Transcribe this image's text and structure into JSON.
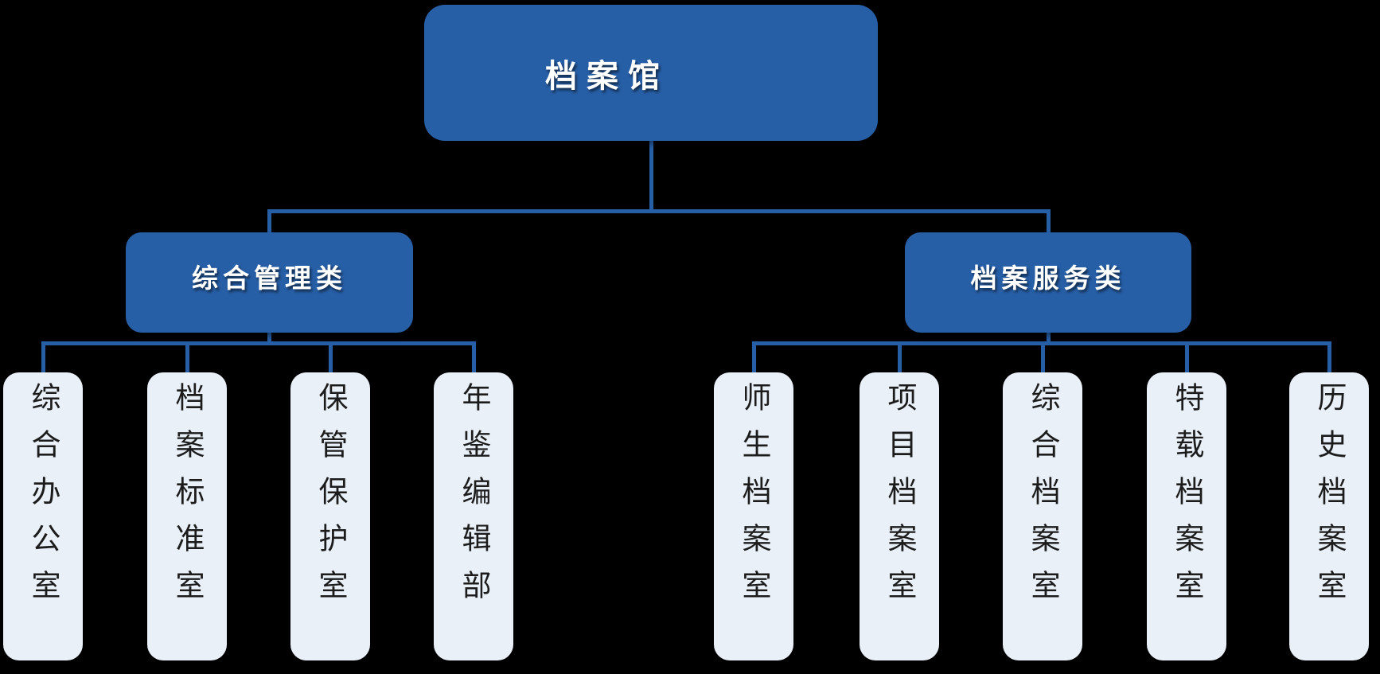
{
  "chart": {
    "type": "org-chart",
    "root": {
      "label": "档案馆"
    },
    "branches": [
      {
        "label": "综合管理类",
        "children": [
          "综合办公室",
          "档案标准室",
          "保管保护室",
          "年鉴编辑部"
        ]
      },
      {
        "label": "档案服务类",
        "children": [
          "师生档案室",
          "项目档案室",
          "综合档案室",
          "特载档案室",
          "历史档案室"
        ]
      }
    ]
  },
  "colors": {
    "background": "#000000",
    "node_fill": "#275FA7",
    "node_text": "#FFFFFF",
    "leaf_fill": "#E9F0F8",
    "leaf_text": "#1C1C1C",
    "connector": "#275FA7"
  }
}
